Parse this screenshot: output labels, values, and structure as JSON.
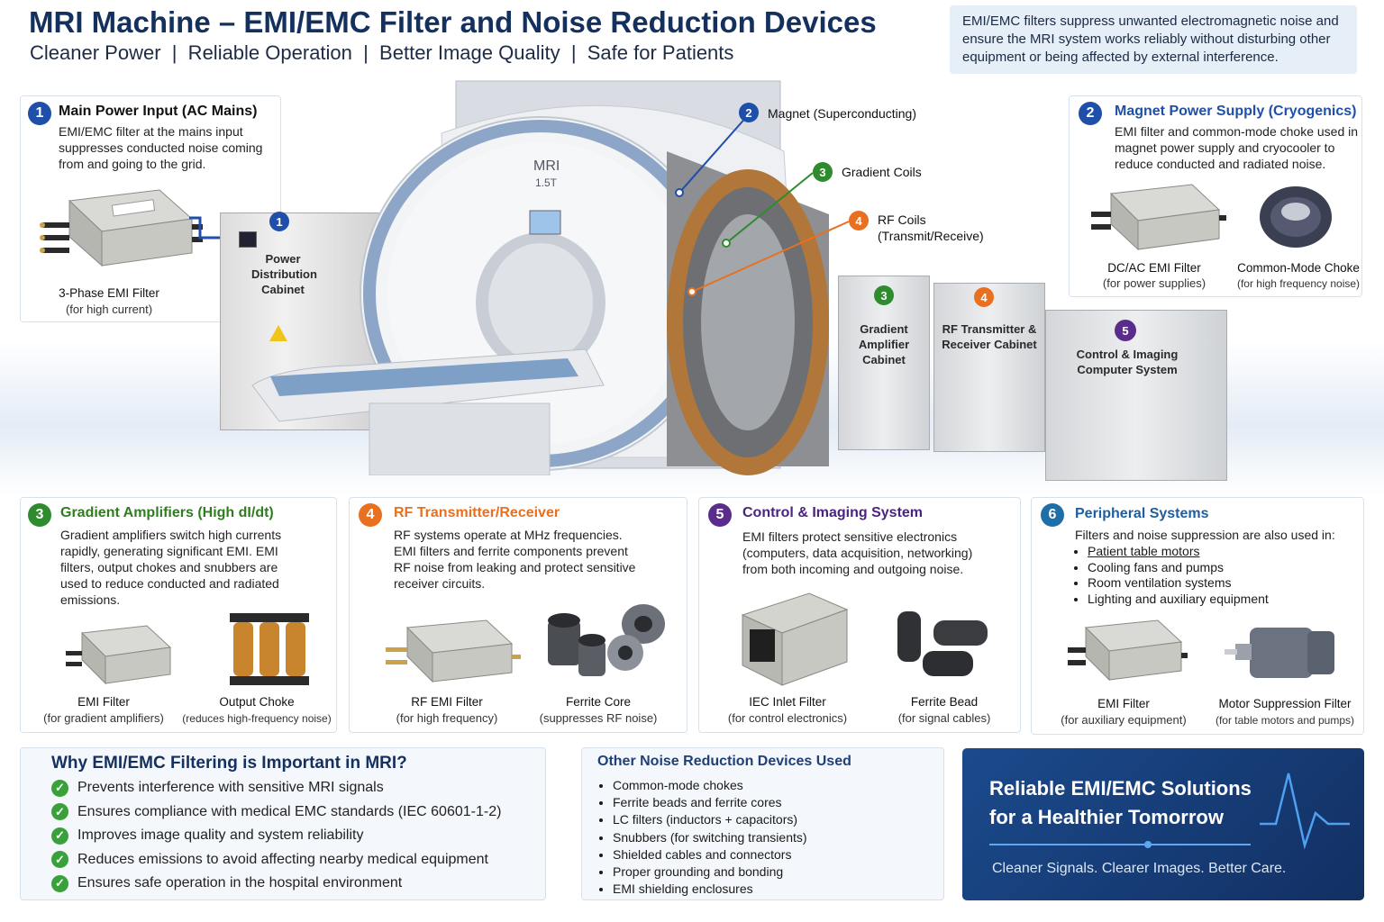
{
  "header": {
    "title": "MRI Machine – EMI/EMC Filter and Noise Reduction Devices",
    "subtitle": "Cleaner Power  |  Reliable Operation  |  Better Image Quality  |  Safe for Patients",
    "intro": "EMI/EMC filters suppress unwanted electromagnetic noise and ensure the MRI system works reliably without disturbing other equipment or being affected by external interference."
  },
  "panel1": {
    "num": "1",
    "title": "Main Power Input (AC Mains)",
    "body": "EMI/EMC filter at the mains input suppresses conducted noise coming from and going to the grid.",
    "cap1": "3-Phase EMI Filter",
    "cap1sub": "(for high current)"
  },
  "panel2": {
    "num": "2",
    "title": "Magnet Power Supply (Cryogenics)",
    "body": "EMI filter and common-mode choke used in magnet power supply and cryocooler to reduce conducted and radiated noise.",
    "cap1": "DC/AC EMI Filter",
    "cap1sub": "(for power supplies)",
    "cap2": "Common-Mode Choke",
    "cap2sub": "(for high frequency noise)"
  },
  "machine": {
    "brand": "MRI",
    "field": "1.5T",
    "cabinet_power": "Power Distribution Cabinet",
    "cabinet_power_num": "1",
    "cabinet_gradient": "Gradient Amplifier Cabinet",
    "cabinet_gradient_num": "3",
    "cabinet_rf": "RF Transmitter & Receiver Cabinet",
    "cabinet_rf_num": "4",
    "cabinet_control": "Control & Imaging Computer System",
    "cabinet_control_num": "5",
    "callout_magnet_num": "2",
    "callout_magnet": "Magnet (Superconducting)",
    "callout_gradient_num": "3",
    "callout_gradient": "Gradient Coils",
    "callout_rf_num": "4",
    "callout_rf_1": "RF Coils",
    "callout_rf_2": "(Transmit/Receive)"
  },
  "panels": [
    {
      "num": "3",
      "title": "Gradient Amplifiers (High dI/dt)",
      "body": "Gradient amplifiers switch high currents rapidly, generating significant EMI. EMI filters, output chokes and snubbers are used to reduce conducted and radiated emissions.",
      "cap1": "EMI Filter",
      "cap1sub": "(for gradient amplifiers)",
      "cap2": "Output Choke",
      "cap2sub": "(reduces high-frequency noise)"
    },
    {
      "num": "4",
      "title": "RF Transmitter/Receiver",
      "body": "RF systems operate at MHz frequencies. EMI filters and ferrite components prevent RF noise from leaking and protect sensitive receiver circuits.",
      "cap1": "RF EMI Filter",
      "cap1sub": "(for high frequency)",
      "cap2": "Ferrite Core",
      "cap2sub": "(suppresses RF noise)"
    },
    {
      "num": "5",
      "title": "Control & Imaging System",
      "body": "EMI filters protect sensitive electronics (computers, data acquisition, networking) from both incoming and outgoing noise.",
      "cap1": "IEC Inlet Filter",
      "cap1sub": "(for control electronics)",
      "cap2": "Ferrite Bead",
      "cap2sub": "(for signal cables)"
    },
    {
      "num": "6",
      "title": "Peripheral Systems",
      "body": "Filters and noise suppression are also used in:",
      "items": [
        "Patient table motors",
        "Cooling fans and pumps",
        "Room ventilation systems",
        "Lighting and auxiliary equipment"
      ],
      "cap1": "EMI Filter",
      "cap1sub": "(for auxiliary equipment)",
      "cap2": "Motor Suppression Filter",
      "cap2sub": "(for table motors and pumps)"
    }
  ],
  "why": {
    "title": "Why EMI/EMC Filtering is Important in MRI?",
    "items": [
      "Prevents interference with sensitive MRI signals",
      "Ensures compliance with medical EMC standards (IEC 60601-1-2)",
      "Improves image quality and system reliability",
      "Reduces emissions to avoid affecting nearby medical equipment",
      "Ensures safe operation in the hospital environment"
    ]
  },
  "other": {
    "title": "Other Noise Reduction Devices Used",
    "items": [
      "Common-mode chokes",
      "Ferrite beads and ferrite cores",
      "LC filters (inductors + capacitors)",
      "Snubbers (for switching transients)",
      "Shielded cables and connectors",
      "Proper grounding and bonding",
      "EMI shielding enclosures"
    ]
  },
  "banner": {
    "line1": "Reliable EMI/EMC Solutions",
    "line2": "for a Healthier Tomorrow",
    "tagline": "Cleaner Signals. Clearer Images. Better Care."
  },
  "colors": {
    "title": "#14305e",
    "blue": "#1f4fa8",
    "green": "#2e8b2e",
    "orange": "#e8701e",
    "purple": "#5a2d8c",
    "banner": "#173a73"
  }
}
